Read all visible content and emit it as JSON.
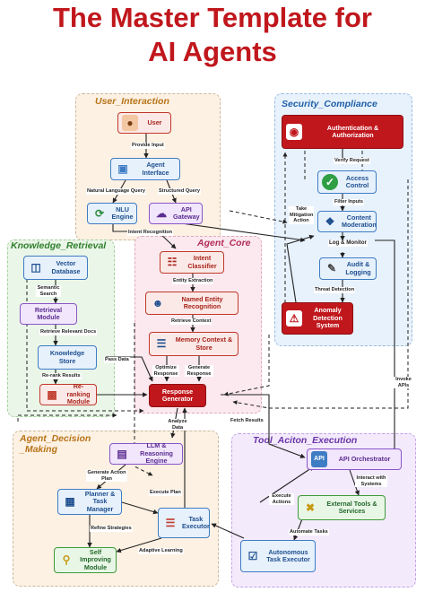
{
  "title": {
    "line1": "The Master Template for",
    "line2": "AI Agents"
  },
  "colors": {
    "title": "#c0171c",
    "panel_user": "#fdf1e3",
    "panel_security": "#e8f2fc",
    "panel_knowledge": "#eaf6e8",
    "panel_core": "#fbe9ef",
    "panel_decision": "#fdf1e3",
    "panel_tool": "#f3eafc"
  },
  "panels": {
    "user": "User_Interaction",
    "security": "Security_Compliance",
    "knowledge": "Knowledge_Retrieval",
    "core": "Agent_Core",
    "decision": "Agent_Decision\n_Making",
    "tool": "Tool_Aciton_Execution"
  },
  "nodes": {
    "user": {
      "label": "User",
      "icon": "user-icon"
    },
    "agent_interface": {
      "label": "Agent Interface",
      "icon": "monitor-icon"
    },
    "nlu_engine": {
      "label": "NLU Engine",
      "icon": "refresh-icon"
    },
    "api_gateway": {
      "label": "API Gateway",
      "icon": "cloud-icon"
    },
    "auth": {
      "label": "Authentication & Authorization",
      "icon": "fingerprint-icon"
    },
    "access_control": {
      "label": "Access Control",
      "icon": "check-icon"
    },
    "content_moderation": {
      "label": "Content Moderation",
      "icon": "network-icon"
    },
    "audit_logging": {
      "label": "Audit & Logging",
      "icon": "clipboard-icon"
    },
    "anomaly_detection": {
      "label": "Anomaly Detection System",
      "icon": "alert-icon"
    },
    "vector_db": {
      "label": "Vector Database",
      "icon": "database-icon"
    },
    "retrieval_module": {
      "label": "Retrieval Module",
      "icon": ""
    },
    "knowledge_store": {
      "label": "Knowledge Store",
      "icon": "store-icon"
    },
    "reranking": {
      "label": "Re-ranking Module",
      "icon": "bar-chart-icon"
    },
    "intent_classifier": {
      "label": "Intent Classifier",
      "icon": "classifier-icon"
    },
    "ner": {
      "label": "Named Entity Recognition",
      "icon": "person-icon"
    },
    "memory": {
      "label": "Memory Context & Store",
      "icon": "stack-icon"
    },
    "response_generator": {
      "label": "Response Generator",
      "icon": ""
    },
    "llm_engine": {
      "label": "LLM & Reasoning Engine",
      "icon": "document-icon"
    },
    "planner": {
      "label": "Planner & Task Manager",
      "icon": "planner-icon"
    },
    "task_executor": {
      "label": "Task Executor",
      "icon": "task-icon"
    },
    "self_improving": {
      "label": "Self Improving Module",
      "icon": "bulb-icon"
    },
    "api_orchestrator": {
      "label": "API Orchestrator",
      "icon": "api-icon"
    },
    "external_tools": {
      "label": "External Tools & Services",
      "icon": "tools-icon"
    },
    "autonomous_executor": {
      "label": "Autonomous Task Executor",
      "icon": "checklist-icon"
    }
  },
  "edges": {
    "provide_input": "Provide Input",
    "natural_language_query": "Natural Language Query",
    "structured_query": "Structured Query",
    "intent_recognition": "Intent Recognition",
    "verify_request": "Verify Request",
    "filter_inputs": "Filter Inputs",
    "take_mitigation": "Take Mitigation Action",
    "log_monitor": "Log & Monitor",
    "threat_detection": "Threat Detection",
    "semantic_search": "Semantic Search",
    "retrieve_relevant_docs": "Retrieve Relevant Docs",
    "re_rank_results": "Re-rank Results",
    "pass_data": "Pass Data",
    "entity_extraction": "Entity Extraction",
    "retrieve_context": "Retrieve Context",
    "optimize_response": "Optimize Response",
    "generate_response": "Generate Response",
    "analyze_data": "Analyze Data",
    "fetch_results": "Fetch Results",
    "invoke_apis": "Invoke APIs",
    "generate_action_plan": "Generate Action Plan",
    "execute_plan": "Execute Plan",
    "refine_strategies": "Refine Strategies",
    "adaptive_learning": "Adaptive Learning",
    "execute_actions": "Execute Actions",
    "interact_with_systems": "Interact with Systems",
    "automate_tasks": "Automate Tasks"
  }
}
